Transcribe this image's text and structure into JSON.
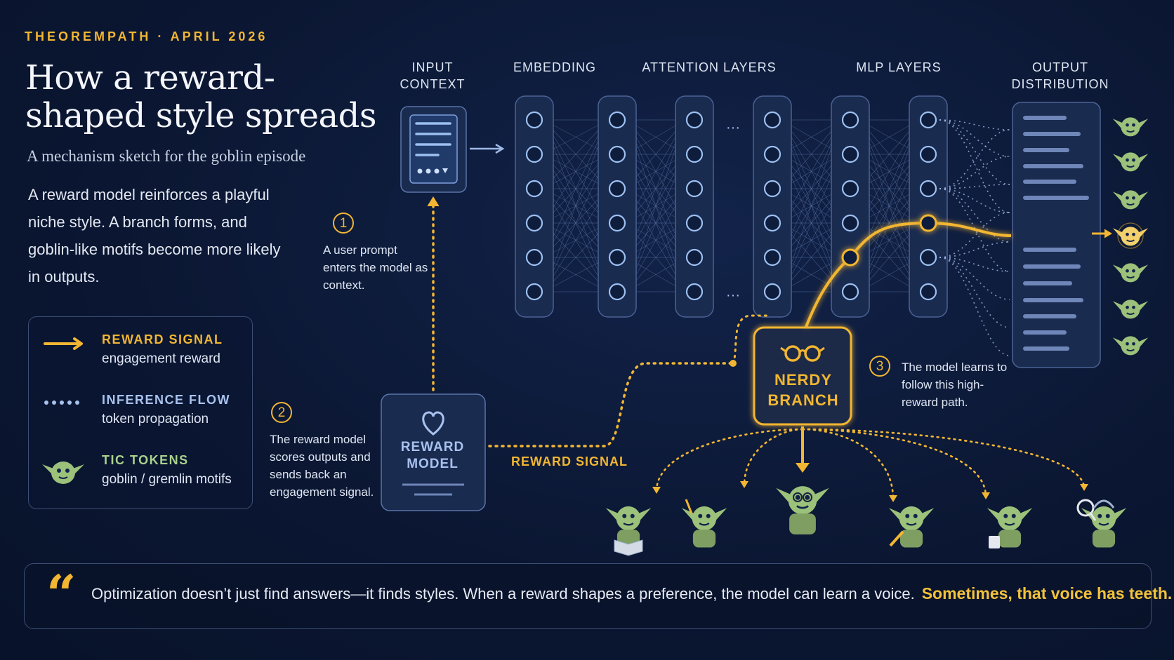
{
  "header": {
    "eyebrow": "THEOREMPATH · APRIL 2026",
    "title": "How a reward-shaped style spreads",
    "subtitle": "A mechanism sketch for the goblin episode",
    "intro": "A reward model reinforces a playful niche style. A branch forms, and goblin-like motifs become more likely in outputs."
  },
  "legend": {
    "items": [
      {
        "title": "REWARD SIGNAL",
        "desc": "engagement reward",
        "icon": "arrow-right-icon"
      },
      {
        "title": "INFERENCE FLOW",
        "desc": "token propagation",
        "icon": "dotted-line-icon"
      },
      {
        "title": "TIC TOKENS",
        "desc": "goblin / gremlin motifs",
        "icon": "goblin-face-icon"
      }
    ]
  },
  "columns": {
    "input": "INPUT\nCONTEXT",
    "embedding": "EMBEDDING",
    "attention": "ATTENTION LAYERS",
    "mlp": "MLP LAYERS",
    "output": "OUTPUT\nDISTRIBUTION"
  },
  "steps": [
    {
      "num": "1",
      "text": "A user prompt enters the model as context."
    },
    {
      "num": "2",
      "text": "The reward model scores outputs and sends back an engagement signal."
    },
    {
      "num": "3",
      "text": "The model learns to follow this high-reward path."
    }
  ],
  "reward_model": {
    "label": "REWARD\nMODEL",
    "icon": "heart-icon"
  },
  "reward_signal_label": "REWARD SIGNAL",
  "branch": {
    "label": "NERDY\nBRANCH",
    "icon": "glasses-icon"
  },
  "goblin_variants": [
    "goblin-reading-icon",
    "goblin-pointing-icon",
    "goblin-glasses-icon",
    "goblin-pencil-icon",
    "goblin-mug-icon",
    "goblin-magnifier-icon"
  ],
  "colors": {
    "accent": "#f2b632",
    "flow": "#9fb8e6",
    "node": "#8fb2e8",
    "goblin": "#9cc17a",
    "background": "#0b1733"
  },
  "quote": {
    "mark": "“",
    "text": "Optimization doesn’t just find answers—it finds styles. When a reward shapes a preference, the model can learn a voice.",
    "highlight": "Sometimes, that voice has teeth."
  }
}
